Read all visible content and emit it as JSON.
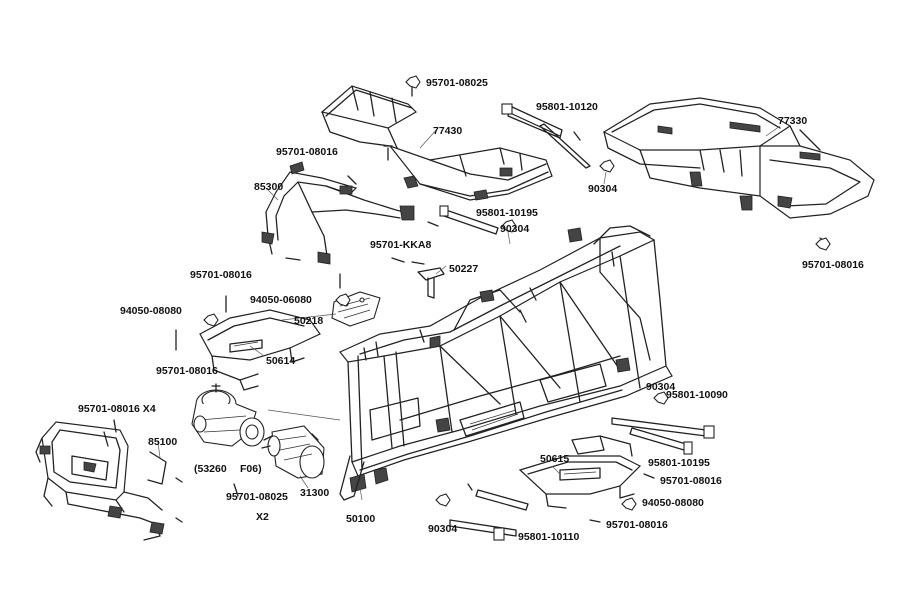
{
  "labels": [
    {
      "id": "l01",
      "text": "95701-08025"
    },
    {
      "id": "l02",
      "text": "95801-10120"
    },
    {
      "id": "l03",
      "text": "77430"
    },
    {
      "id": "l04",
      "text": "77330"
    },
    {
      "id": "l05",
      "text": "95701-08016"
    },
    {
      "id": "l06",
      "text": "90304"
    },
    {
      "id": "l07",
      "text": "85300"
    },
    {
      "id": "l08",
      "text": "95801-10195"
    },
    {
      "id": "l09",
      "text": "90304"
    },
    {
      "id": "l10",
      "text": "95701-KKA8"
    },
    {
      "id": "l11",
      "text": "50227"
    },
    {
      "id": "l12",
      "text": "95701-08016"
    },
    {
      "id": "l13",
      "text": "95701-08016"
    },
    {
      "id": "l14",
      "text": "94050-06080"
    },
    {
      "id": "l15",
      "text": "94050-08080"
    },
    {
      "id": "l16",
      "text": "50218"
    },
    {
      "id": "l17",
      "text": "50614"
    },
    {
      "id": "l18",
      "text": "95701-08016"
    },
    {
      "id": "l19",
      "text": "90304"
    },
    {
      "id": "l20",
      "text": "95801-10090"
    },
    {
      "id": "l21",
      "text": "95701-08016 X4"
    },
    {
      "id": "l22",
      "text": "85100"
    },
    {
      "id": "l23",
      "text": "(53260"
    },
    {
      "id": "l24",
      "text": "F06)"
    },
    {
      "id": "l25",
      "text": "95801-10195"
    },
    {
      "id": "l26",
      "text": "50615"
    },
    {
      "id": "l27",
      "text": "95701-08016"
    },
    {
      "id": "l28",
      "text": "94050-08080"
    },
    {
      "id": "l29",
      "text": "95701-08025"
    },
    {
      "id": "l30",
      "text": "31300"
    },
    {
      "id": "l31",
      "text": "X2"
    },
    {
      "id": "l32",
      "text": "50100"
    },
    {
      "id": "l33",
      "text": "90304"
    },
    {
      "id": "l34",
      "text": "95701-08016"
    },
    {
      "id": "l35",
      "text": "95801-10110"
    }
  ],
  "colors": {
    "line": "#222222",
    "text": "#111111",
    "background": "#ffffff"
  }
}
